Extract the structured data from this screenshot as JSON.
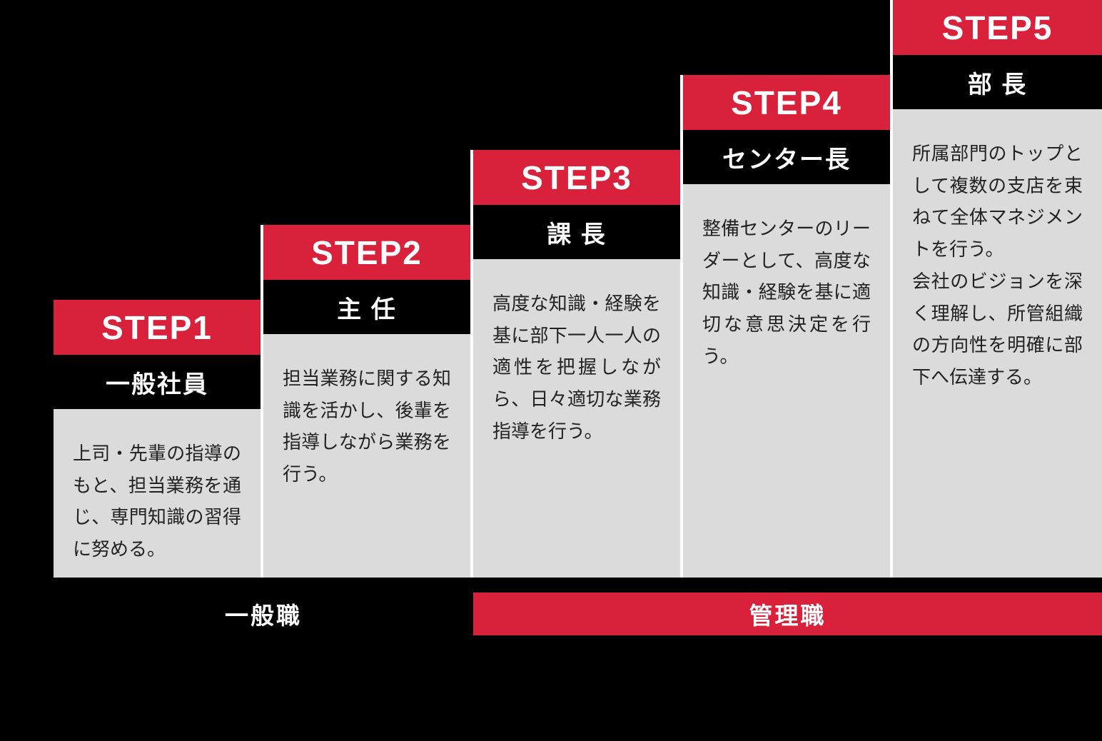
{
  "colors": {
    "background": "#000000",
    "accent_red": "#d9213c",
    "panel_gray": "#dbdbdb",
    "divider_white": "#ffffff",
    "text_white": "#ffffff",
    "text_dark": "#222222"
  },
  "steps": [
    {
      "step": "STEP1",
      "title": "一般社員",
      "description": "上司・先輩の指導のもと、担当業務を通じ、専門知識の習得に努める。"
    },
    {
      "step": "STEP2",
      "title": "主 任",
      "description": "担当業務に関する知識を活かし、後輩を指導しながら業務を行う。"
    },
    {
      "step": "STEP3",
      "title": "課 長",
      "description": "高度な知識・経験を基に部下一人一人の適性を把握しながら、日々適切な業務指導を行う。"
    },
    {
      "step": "STEP4",
      "title": "センター長",
      "description": "整備センターのリーダーとして、高度な知識・経験を基に適切な意思決定を行う。"
    },
    {
      "step": "STEP5",
      "title": "部 長",
      "description": "所属部門のトップとして複数の支店を束ねて全体マネジメントを行う。\n会社のビジョンを深く理解し、所管組織の方向性を明確に部下へ伝達する。"
    }
  ],
  "footer": {
    "general_label": "一般職",
    "management_label": "管理職"
  }
}
